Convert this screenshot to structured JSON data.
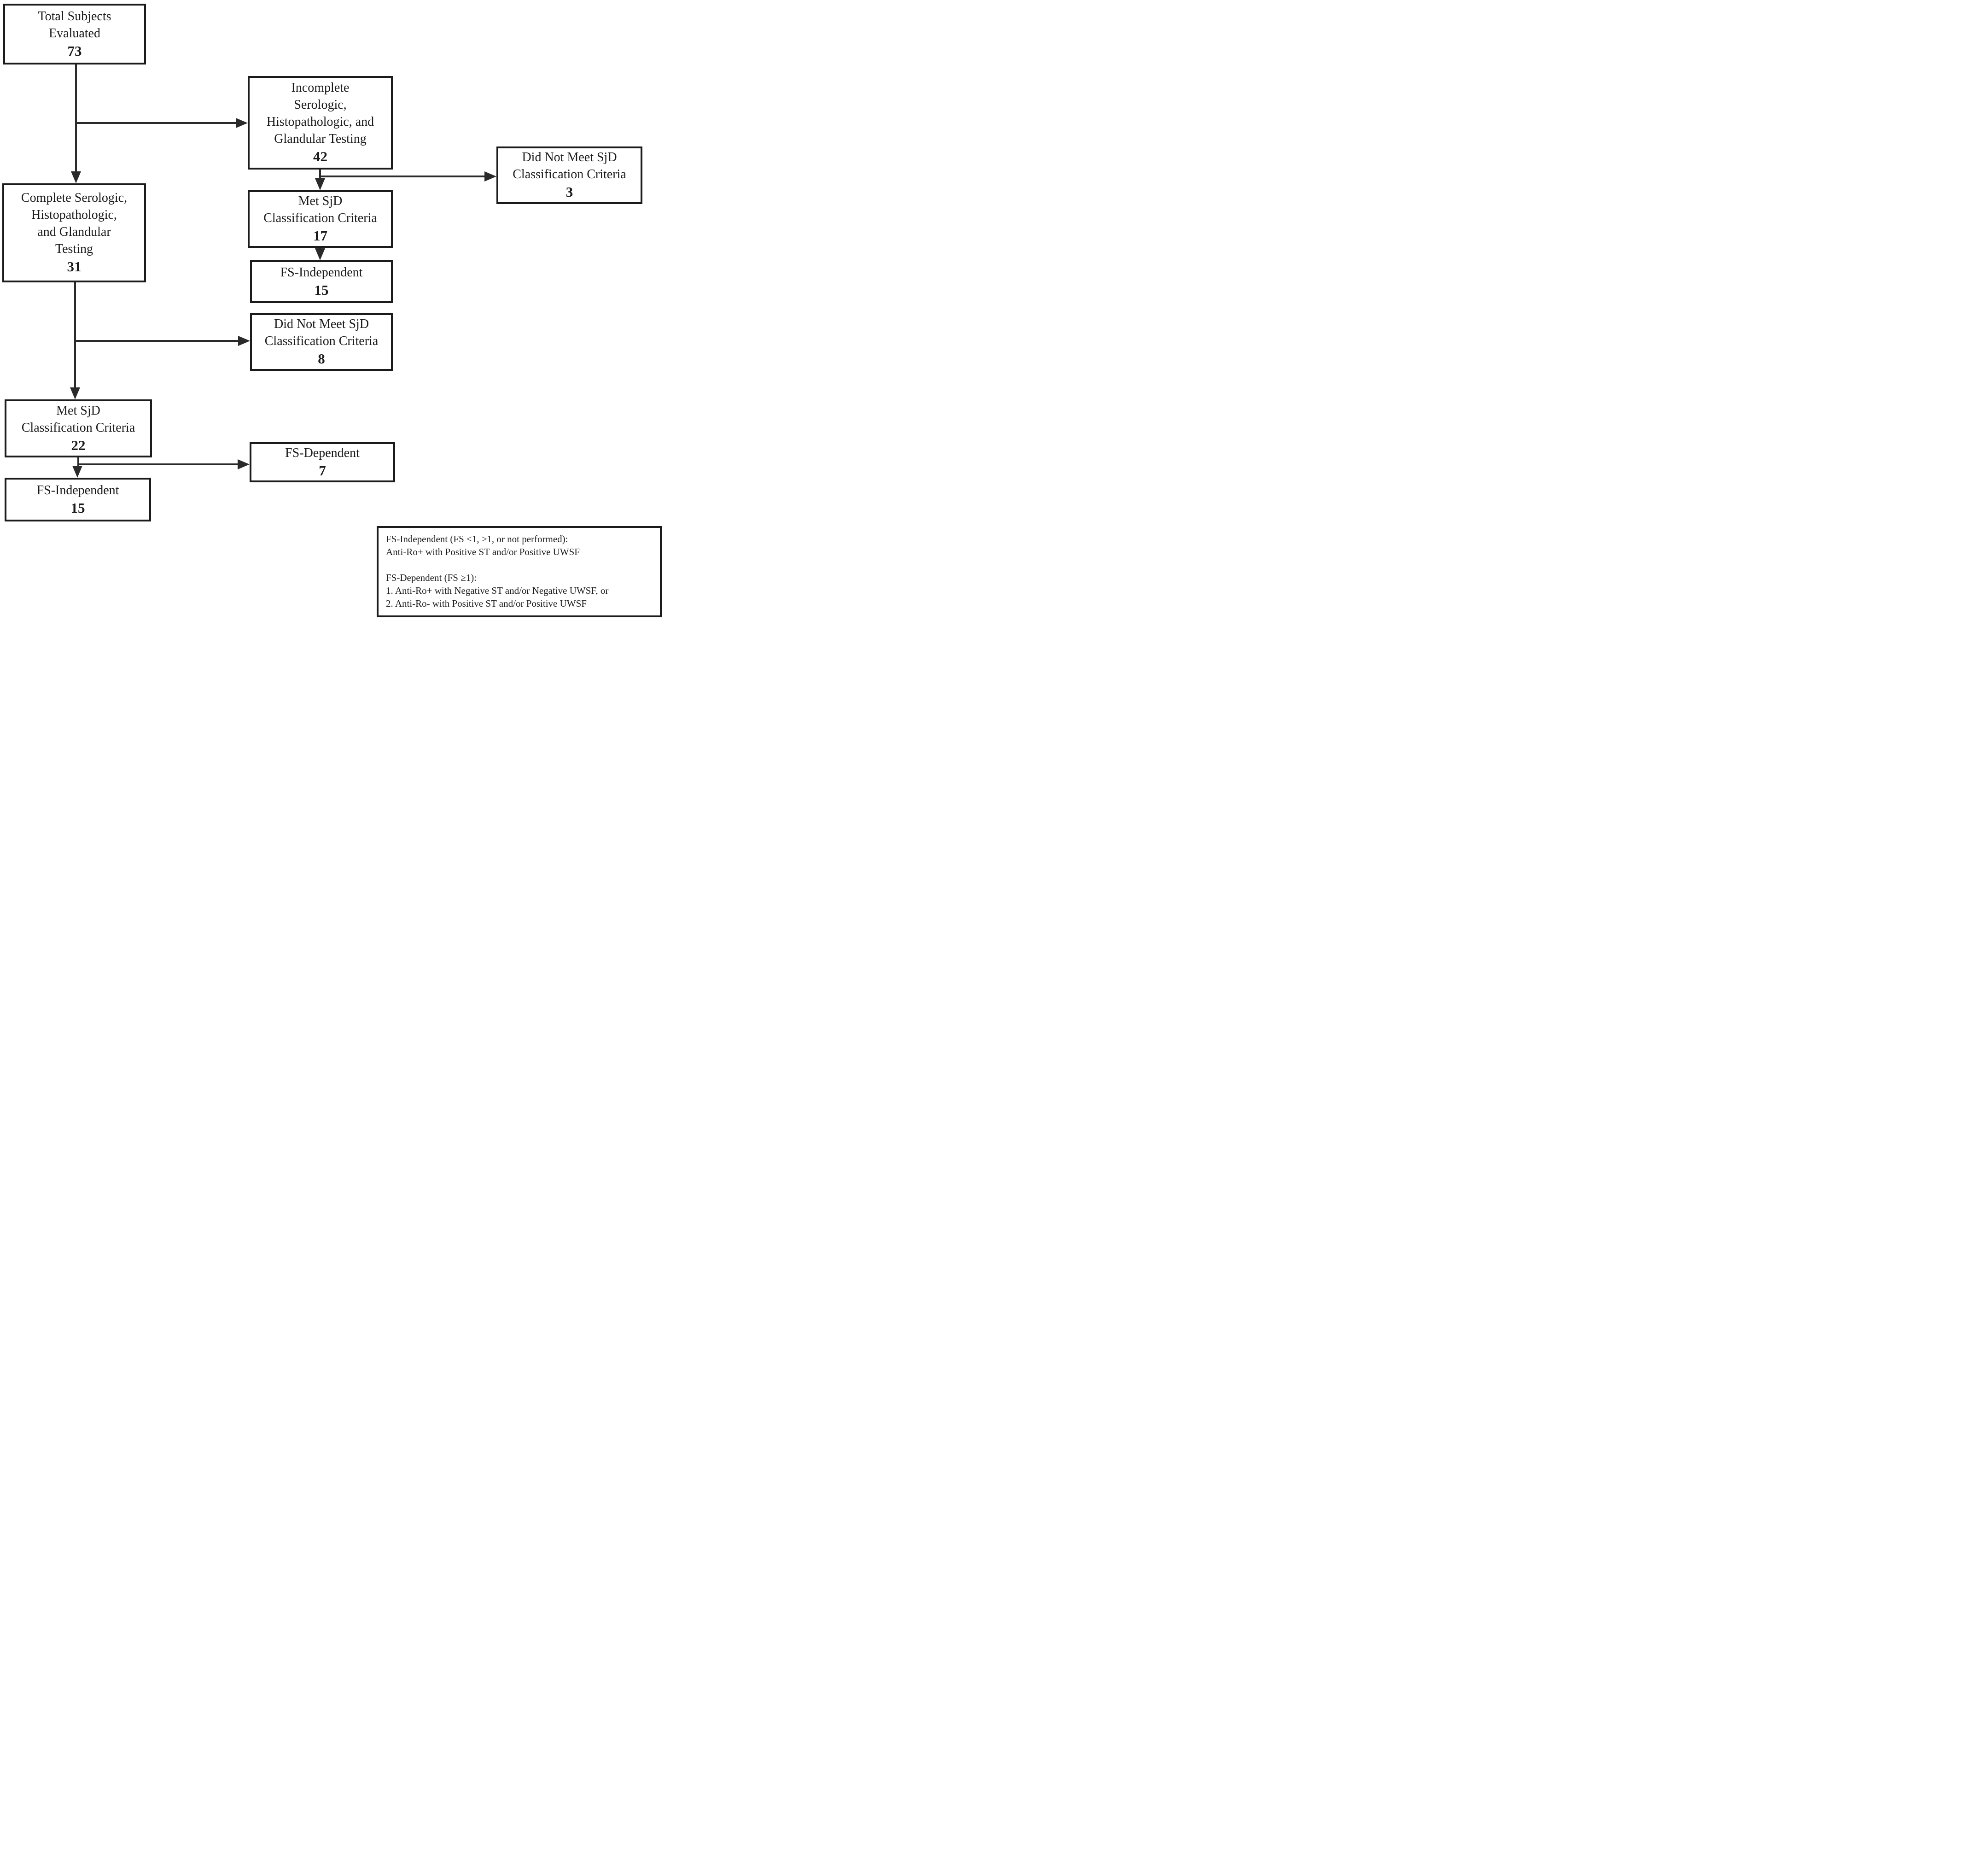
{
  "colors": {
    "ink": "#1b1b1b",
    "background": "#ffffff"
  },
  "boxes": [
    {
      "id": "total-subjects",
      "lines": [
        "Total Subjects",
        "Evaluated"
      ],
      "value": "73"
    },
    {
      "id": "incomplete-testing",
      "lines": [
        "Incomplete",
        "Serologic,",
        "Histopathologic, and",
        "Glandular Testing"
      ],
      "value": "42"
    },
    {
      "id": "did-not-meet-criteria-3",
      "lines": [
        "Did Not Meet SjD",
        "Classification Criteria"
      ],
      "value": "3"
    },
    {
      "id": "complete-testing",
      "lines": [
        "Complete Serologic,",
        "Histopathologic,",
        "and Glandular",
        "Testing"
      ],
      "value": "31"
    },
    {
      "id": "met-criteria-17",
      "lines": [
        "Met SjD",
        "Classification Criteria"
      ],
      "value": "17"
    },
    {
      "id": "fs-independent-15-middle",
      "lines": [
        "FS-Independent"
      ],
      "value": "15"
    },
    {
      "id": "did-not-meet-criteria-8",
      "lines": [
        "Did Not Meet SjD",
        "Classification Criteria"
      ],
      "value": "8"
    },
    {
      "id": "met-criteria-22",
      "lines": [
        "Met SjD",
        "Classification Criteria"
      ],
      "value": "22"
    },
    {
      "id": "fs-dependent-7",
      "lines": [
        "FS-Dependent"
      ],
      "value": "7"
    },
    {
      "id": "fs-independent-15-left",
      "lines": [
        "FS-Independent"
      ],
      "value": "15"
    }
  ],
  "legend": {
    "lines": [
      "FS-Independent (FS <1, ≥1, or not performed):",
      "Anti-Ro+ with Positive ST and/or Positive UWSF",
      "",
      "FS-Dependent (FS ≥1):",
      "1. Anti-Ro+ with Negative ST and/or Negative UWSF, or",
      "2. Anti-Ro- with Positive ST and/or Positive UWSF"
    ]
  }
}
